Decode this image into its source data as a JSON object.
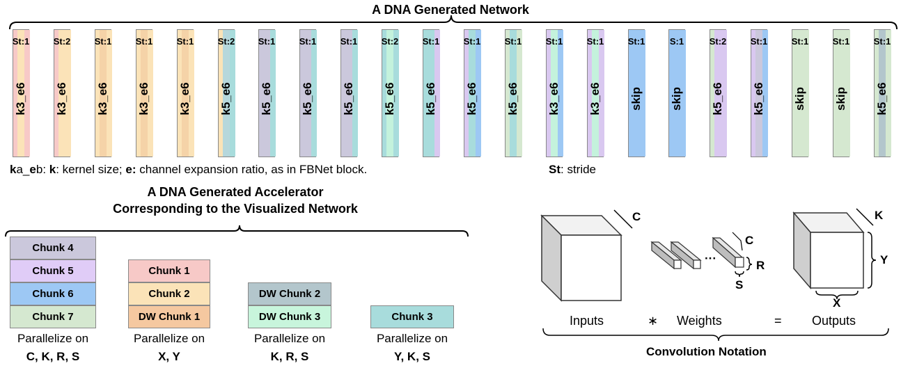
{
  "network": {
    "title": "A DNA Generated Network",
    "blocks": [
      {
        "st": "St:1",
        "op": "k3_e6",
        "colors": [
          "#f7c9c7",
          "#fbe3b8",
          "#f7c9c7"
        ]
      },
      {
        "st": "St:2",
        "op": "k3_e6",
        "colors": [
          "#f7c9c7",
          "#fbe3b8",
          "#fbe3b8"
        ]
      },
      {
        "st": "St:1",
        "op": "k3_e6",
        "colors": [
          "#fbe3b8",
          "#f5d3a8",
          "#fbe3b8"
        ]
      },
      {
        "st": "St:1",
        "op": "k3_e6",
        "colors": [
          "#fbe3b8",
          "#f5d3a8",
          "#fbe3b8"
        ]
      },
      {
        "st": "St:1",
        "op": "k3_e6",
        "colors": [
          "#fbe3b8",
          "#f5d3a8",
          "#fbe3b8"
        ]
      },
      {
        "st": "St:2",
        "op": "k5_e6",
        "colors": [
          "#fbe3b8",
          "#b6d7dc",
          "#a8dcdc"
        ]
      },
      {
        "st": "St:1",
        "op": "k5_e6",
        "colors": [
          "#cbc8dc",
          "#cbc8dc",
          "#a8dcdc"
        ]
      },
      {
        "st": "St:1",
        "op": "k5_e6",
        "colors": [
          "#cbc8dc",
          "#cbc8dc",
          "#a8dcdc"
        ]
      },
      {
        "st": "St:1",
        "op": "k5_e6",
        "colors": [
          "#cbc8dc",
          "#cbc8dc",
          "#a8dcdc"
        ]
      },
      {
        "st": "St:2",
        "op": "k5_e6",
        "colors": [
          "#a8dcdc",
          "#c4f2dc",
          "#a8dcdc"
        ]
      },
      {
        "st": "St:1",
        "op": "k5_e6",
        "colors": [
          "#a8dcdc",
          "#a8dcdc",
          "#d9c8f0"
        ]
      },
      {
        "st": "St:1",
        "op": "k5_e6",
        "colors": [
          "#d9c8f0",
          "#a8dcdc",
          "#9dc8f4"
        ]
      },
      {
        "st": "St:1",
        "op": "k5_e6",
        "colors": [
          "#d5e8d0",
          "#a8dcdc",
          "#d5e8d0"
        ]
      },
      {
        "st": "St:1",
        "op": "k3_e6",
        "colors": [
          "#d9c8f0",
          "#c4f2dc",
          "#9dc8f4"
        ]
      },
      {
        "st": "St:1",
        "op": "k3_e6",
        "colors": [
          "#d9c8f0",
          "#c4f2dc",
          "#d9c8f0"
        ]
      },
      {
        "st": "St:1",
        "op": "skip",
        "colors": [
          "#9dc8f4",
          "#9dc8f4",
          "#9dc8f4"
        ]
      },
      {
        "st": "S:1",
        "op": "skip",
        "colors": [
          "#9dc8f4",
          "#9dc8f4",
          "#9dc8f4"
        ]
      },
      {
        "st": "St:2",
        "op": "k5_e6",
        "colors": [
          "#d5e8d0",
          "#d9c8f0",
          "#d9c8f0"
        ]
      },
      {
        "st": "St:1",
        "op": "k5_e6",
        "colors": [
          "#d9c8f0",
          "#cbc8dc",
          "#9dc8f4"
        ]
      },
      {
        "st": "St:1",
        "op": "skip",
        "colors": [
          "#d5e8d0",
          "#d5e8d0",
          "#d5e8d0"
        ]
      },
      {
        "st": "St:1",
        "op": "skip",
        "colors": [
          "#d5e8d0",
          "#d5e8d0",
          "#d5e8d0"
        ]
      },
      {
        "st": "St:1",
        "op": "k5_e6",
        "colors": [
          "#d5e8d0",
          "#b3c6cc",
          "#d5e8d0"
        ]
      }
    ],
    "legend_left": {
      "k1": "k",
      "a1": "a_",
      "e1": "e",
      "b1": "b: ",
      "k2": "k",
      "t2": ": kernel size; ",
      "e2": "e:",
      "t3": " channel expansion ratio, as in FBNet block."
    },
    "legend_right": {
      "bold": "St",
      "text": ": stride"
    }
  },
  "accelerator": {
    "title_line1": "A DNA Generated Accelerator",
    "title_line2": "Corresponding to the Visualized Network",
    "groups": [
      {
        "chunks": [
          {
            "label": "Chunk 4",
            "color": "#cbc8dc"
          },
          {
            "label": "Chunk 5",
            "color": "#e0ccf7"
          },
          {
            "label": "Chunk 6",
            "color": "#9dc8f4"
          },
          {
            "label": "Chunk 7",
            "color": "#d5e8d0"
          }
        ],
        "par_label": "Parallelize on",
        "par_value": "C, K, R, S"
      },
      {
        "chunks": [
          {
            "label": "Chunk 1",
            "color": "#f7c9c7"
          },
          {
            "label": "Chunk 2",
            "color": "#fbe3b8"
          },
          {
            "label": "DW Chunk 1",
            "color": "#f5c8a0"
          }
        ],
        "par_label": "Parallelize on",
        "par_value": "X, Y"
      },
      {
        "chunks": [
          {
            "label": "DW Chunk 2",
            "color": "#b3c6cc"
          },
          {
            "label": "DW Chunk 3",
            "color": "#c8f5dc"
          }
        ],
        "par_label": "Parallelize on",
        "par_value": "K, R, S"
      },
      {
        "chunks": [
          {
            "label": "Chunk 3",
            "color": "#a8dcdc"
          }
        ],
        "par_label": "Parallelize on",
        "par_value": "Y, K, S"
      }
    ]
  },
  "convolution": {
    "title": "Convolution Notation",
    "inputs": "Inputs",
    "star": "∗",
    "weights": "Weights",
    "equals": "=",
    "outputs": "Outputs",
    "dims": {
      "c1": "C",
      "c2": "C",
      "r": "R",
      "s": "S",
      "k": "K",
      "y": "Y",
      "x": "X",
      "dots": "···"
    }
  }
}
